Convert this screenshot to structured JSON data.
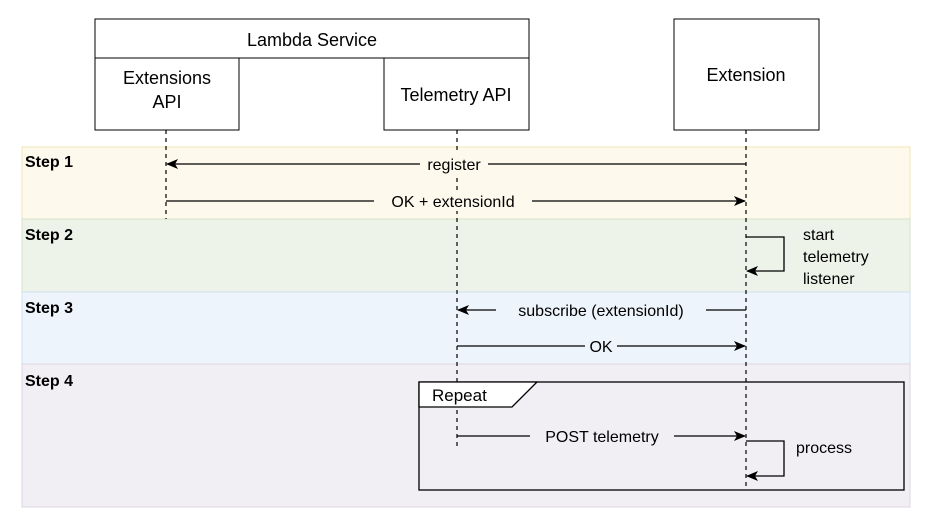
{
  "service": {
    "title": "Lambda Service"
  },
  "participants": {
    "extensions_api": {
      "line1": "Extensions",
      "line2": "API"
    },
    "telemetry_api": {
      "label": "Telemetry API"
    },
    "extension": {
      "label": "Extension"
    }
  },
  "steps": [
    {
      "label": "Step 1",
      "color": "#fdf9ec"
    },
    {
      "label": "Step 2",
      "color": "#eef3e9"
    },
    {
      "label": "Step 3",
      "color": "#eef4fb"
    },
    {
      "label": "Step 4",
      "color": "#f1eef4"
    }
  ],
  "messages": {
    "register": "register",
    "ok_extension_id": "OK + extensionId",
    "subscribe": "subscribe (extensionId)",
    "ok": "OK",
    "post_telemetry": "POST telemetry"
  },
  "self_calls": {
    "start_listener": {
      "line1": "start",
      "line2": "telemetry",
      "line3": "listener"
    },
    "process": "process"
  },
  "loop_frame": {
    "label": "Repeat"
  },
  "colors": {
    "step1_border": "#f2e6b4",
    "step2_border": "#d5e3c6",
    "step3_border": "#cfdff2",
    "step4_border": "#ddd6e5"
  }
}
